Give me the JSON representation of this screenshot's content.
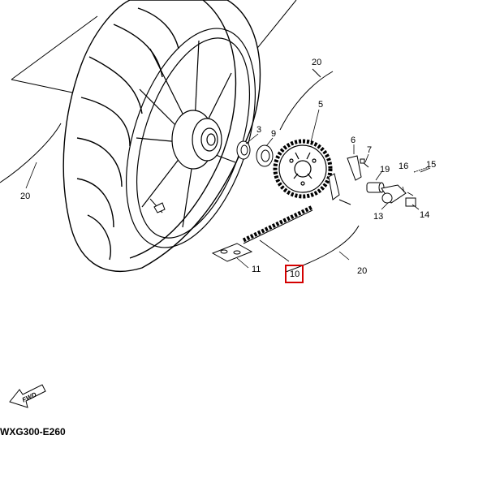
{
  "diagram": {
    "callouts": [
      {
        "id": "c3",
        "label": "3"
      },
      {
        "id": "c5",
        "label": "5"
      },
      {
        "id": "c6",
        "label": "6"
      },
      {
        "id": "c7",
        "label": "7"
      },
      {
        "id": "c9",
        "label": "9"
      },
      {
        "id": "c10",
        "label": "10"
      },
      {
        "id": "c11",
        "label": "11"
      },
      {
        "id": "c13",
        "label": "13"
      },
      {
        "id": "c14",
        "label": "14"
      },
      {
        "id": "c15",
        "label": "15"
      },
      {
        "id": "c16",
        "label": "16"
      },
      {
        "id": "c19",
        "label": "19"
      },
      {
        "id": "c20a",
        "label": "20"
      },
      {
        "id": "c20b",
        "label": "20"
      },
      {
        "id": "c20c",
        "label": "20"
      }
    ],
    "fwd_label": "FWD",
    "diagram_code": "WXG300-E260",
    "highlight_color": "#d40000"
  }
}
